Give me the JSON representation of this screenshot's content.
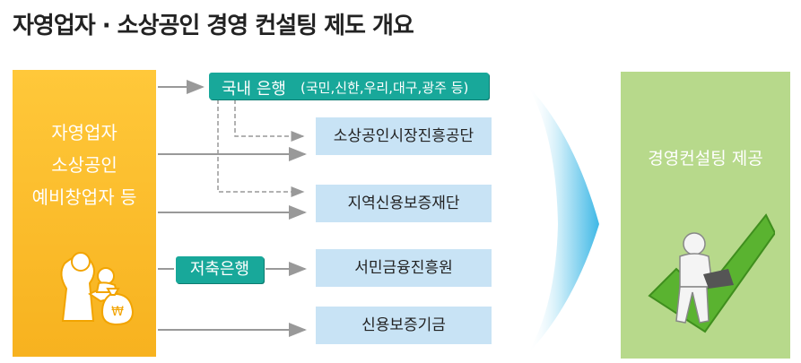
{
  "title": "자영업자 · 소상공인 경영 컨설팅 제도 개요",
  "targets": {
    "line1": "자영업자",
    "line2": "소상공인",
    "line3": "예비창업자 등"
  },
  "channels": {
    "domestic_banks": "국내 은행",
    "domestic_banks_examples": "(국민,신한,우리,대구,광주 등)",
    "savings_banks": "저축은행"
  },
  "institutions": [
    "소상공인시장진흥공단",
    "지역신용보증재단",
    "서민금융진흥원",
    "신용보증기금"
  ],
  "result": "경영컨설팅 제공",
  "colors": {
    "target_box": "#f7b21f",
    "channel_pill": "#18a89a",
    "institution_box": "#c8e3f5",
    "result_box": "#b7d98b",
    "flow_arrow": "#4fc3ea"
  },
  "icons": [
    "person-with-money-bag-icon",
    "person-with-laptop-on-checkmark-icon"
  ]
}
